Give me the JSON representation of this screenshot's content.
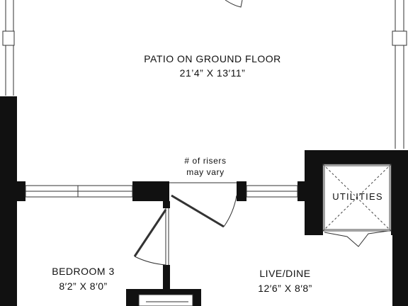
{
  "rooms": {
    "patio": {
      "name": "PATIO ON GROUND FLOOR",
      "dims": "21’4” X 13′11”"
    },
    "bedroom3": {
      "name": "BEDROOM 3",
      "dims": "8′2” X 8′0”"
    },
    "live_dine": {
      "name": "LIVE/DINE",
      "dims": "12′6” X 8′8”"
    },
    "utilities": {
      "name": "UTILITIES"
    }
  },
  "stair_note": {
    "line1": "# of risers",
    "line2": "may vary"
  },
  "colors": {
    "wall": "#111111",
    "line": "#333333",
    "background": "#ffffff"
  }
}
